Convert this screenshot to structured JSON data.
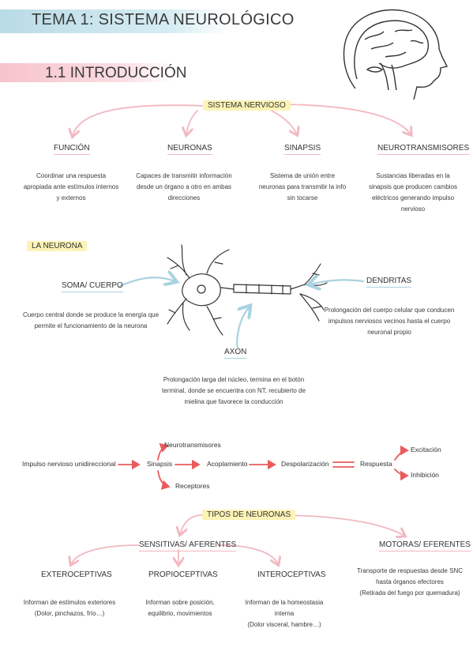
{
  "header": {
    "title": "TEMA 1: SISTEMA NEUROLÓGICO",
    "section": "1.1 INTRODUCCIÓN"
  },
  "nervous_system": {
    "root": "SISTEMA NERVIOSO",
    "branches": [
      {
        "label": "FUNCIÓN",
        "text": [
          "Coordinar una respuesta",
          "apropiada ante estímulos internos",
          "y externos"
        ]
      },
      {
        "label": "NEURONAS",
        "text": [
          "Capaces de transmitir información",
          "desde un órgano a otro en ambas",
          "direcciones"
        ]
      },
      {
        "label": "SINAPSIS",
        "text": [
          "Sistema de unión entre",
          "neuronas para transmitir la info",
          "sin tocarse"
        ]
      },
      {
        "label": "NEUROTRANSMISORES",
        "text": [
          "Sustancias liberadas en la",
          "sinapsis que producen cambios",
          "eléctricos generando impulso",
          "nervioso"
        ]
      }
    ]
  },
  "neuron": {
    "title": "LA NEURONA",
    "soma": {
      "label": "SOMA/ CUERPO",
      "text": [
        "Cuerpo central donde se produce la energía que",
        "permite el funcionamiento de la neurona"
      ]
    },
    "dendritas": {
      "label": "DENDRITAS",
      "text": [
        "Prolongación del cuerpo celular que conducen",
        "impulsos nerviosos vecinos hasta el cuerpo",
        "neuronal propio"
      ]
    },
    "axon": {
      "label": "AXÓN",
      "text": [
        "Prolongación larga del núcleo, termina en el botón",
        "terminal, donde se encuentra con NT, recubierto de",
        "mielina que favorece la conducción"
      ]
    }
  },
  "impulse_flow": {
    "start": "Impulso nervioso unidireccional",
    "sinapsis": "Sinapsis",
    "neurotransmisores": "Neurotransmisores",
    "receptores": "Receptores",
    "acoplamiento": "Acoplamiento",
    "despolarizacion": "Despolarización",
    "respuesta": "Respuesta",
    "excitacion": "Excitación",
    "inhibicion": "Inhibición"
  },
  "neuron_types": {
    "root": "TIPOS DE NEURONAS",
    "sensitivas": "SENSITIVAS/ AFERENTES",
    "motoras": "MOTORAS/ EFERENTES",
    "motoras_text": [
      "Transporte de respuestas desde SNC",
      "hasta órganos efectores",
      "(Retirada del fuego por quemadura)"
    ],
    "sub": [
      {
        "label": "EXTEROCEPTIVAS",
        "text": [
          "Informan de estímulos exteriores",
          "(Dolor, pinchazos, frío…)"
        ]
      },
      {
        "label": "PROPIOCEPTIVAS",
        "text": [
          "Informan sobre posición,",
          "equilibrio, movimientos"
        ]
      },
      {
        "label": "INTEROCEPTIVAS",
        "text": [
          "Informan de la homeostasia",
          "interna",
          "(Dolor visceral, hambre…)"
        ]
      }
    ]
  },
  "colors": {
    "pink": "#f2b8c0",
    "blue": "#a9d3e0",
    "red_arrow": "#ea5b5b",
    "yellow": "#fcf3b6"
  }
}
